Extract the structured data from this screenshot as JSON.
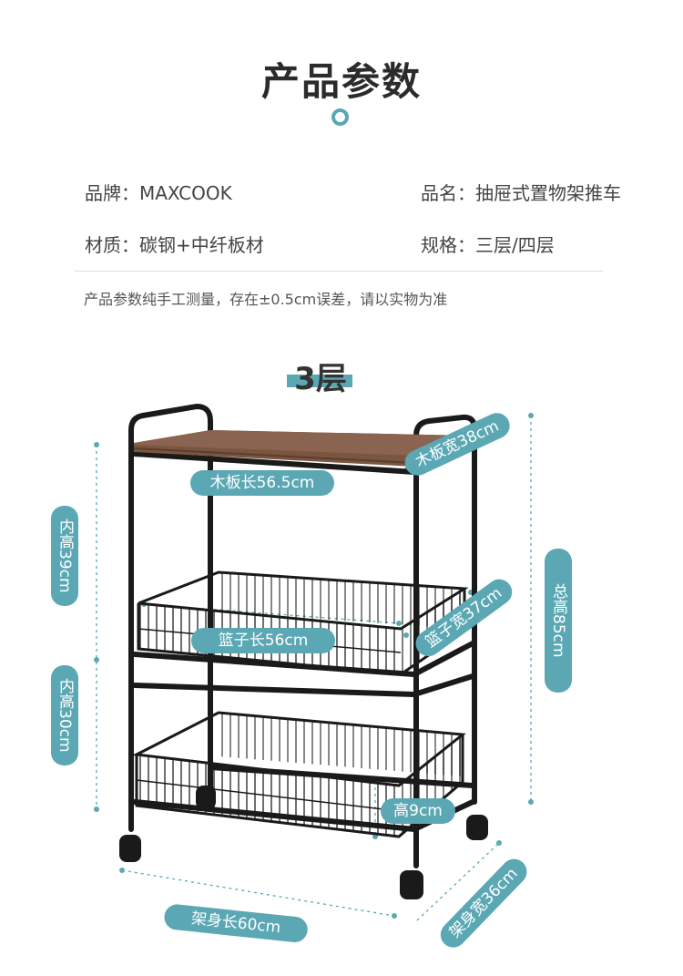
{
  "header": {
    "title": "产品参数"
  },
  "specs": {
    "brand": "品牌：MAXCOOK",
    "product_name": "品名：抽屉式置物架推车",
    "material": "材质：碳钢+中纤板材",
    "size_spec": "规格：三层/四层"
  },
  "note": "产品参数纯手工测量，存在±0.5cm误差，请以实物为准",
  "layer_title": "3层",
  "dimensions": {
    "board_length": "木板长56.5cm",
    "board_width": "木板宽38cm",
    "basket_length": "篮子长56cm",
    "basket_width": "篮子宽37cm",
    "inner_height_top": "内高39cm",
    "inner_height_bottom": "内高30cm",
    "total_height": "总高85cm",
    "basket_height": "高9cm",
    "frame_length": "架身长60cm",
    "frame_width": "架身宽36cm"
  },
  "colors": {
    "accent": "#5ba8b4",
    "frame": "#1a1a1a",
    "wood": "#7a5540"
  }
}
